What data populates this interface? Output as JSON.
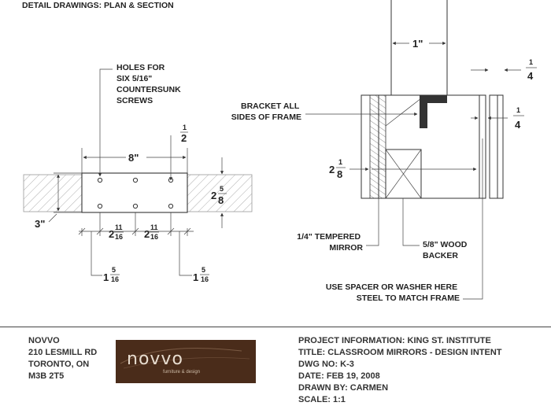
{
  "header": {
    "title": "DETAIL DRAWINGS: PLAN & SECTION"
  },
  "plan": {
    "note_lines": [
      "HOLES FOR",
      "SIX 5/16\"",
      "COUNTERSUNK",
      "SCREWS"
    ],
    "dim_width": "8\"",
    "dim_top_offset": {
      "num": "1",
      "den": "2"
    },
    "dim_height": "3\"",
    "dim_frame": {
      "whole": "2",
      "num": "5",
      "den": "8"
    },
    "dim_spacing_a": {
      "whole": "2",
      "num": "11",
      "den": "16"
    },
    "dim_spacing_b": {
      "whole": "2",
      "num": "11",
      "den": "16"
    },
    "dim_edge_left": {
      "whole": "1",
      "num": "5",
      "den": "16"
    },
    "dim_edge_right": {
      "whole": "1",
      "num": "5",
      "den": "16"
    }
  },
  "section": {
    "dim_top": "1\"",
    "dim_right_a": {
      "whole": "1",
      "num": "",
      "den": "4"
    },
    "dim_right_b": {
      "whole": "1",
      "num": "",
      "den": "4"
    },
    "dim_depth": {
      "whole": "2",
      "num": "1",
      "den": "8"
    },
    "bracket_note": [
      "BRACKET ALL",
      "SIDES OF FRAME"
    ],
    "mirror_note": [
      "1/4\" TEMPERED",
      "MIRROR"
    ],
    "backer_note": [
      "5/8\" WOOD",
      "BACKER"
    ],
    "spacer_note": [
      "USE SPACER OR WASHER HERE",
      "STEEL TO MATCH FRAME"
    ]
  },
  "company": {
    "lines": [
      "NOVVO",
      "210 LESMILL RD",
      "TORONTO, ON",
      "M3B 2T5"
    ],
    "logo_text": "novvo",
    "logo_tagline": "furniture & design",
    "logo_color": "#4a2c1a"
  },
  "project": {
    "lines": [
      "PROJECT INFORMATION: KING ST. INSTITUTE",
      "TITLE: CLASSROOM MIRRORS - DESIGN INTENT",
      "DWG NO: K-3",
      "DATE: FEB 19, 2008",
      "DRAWN BY: CARMEN",
      "SCALE: 1:1"
    ]
  }
}
